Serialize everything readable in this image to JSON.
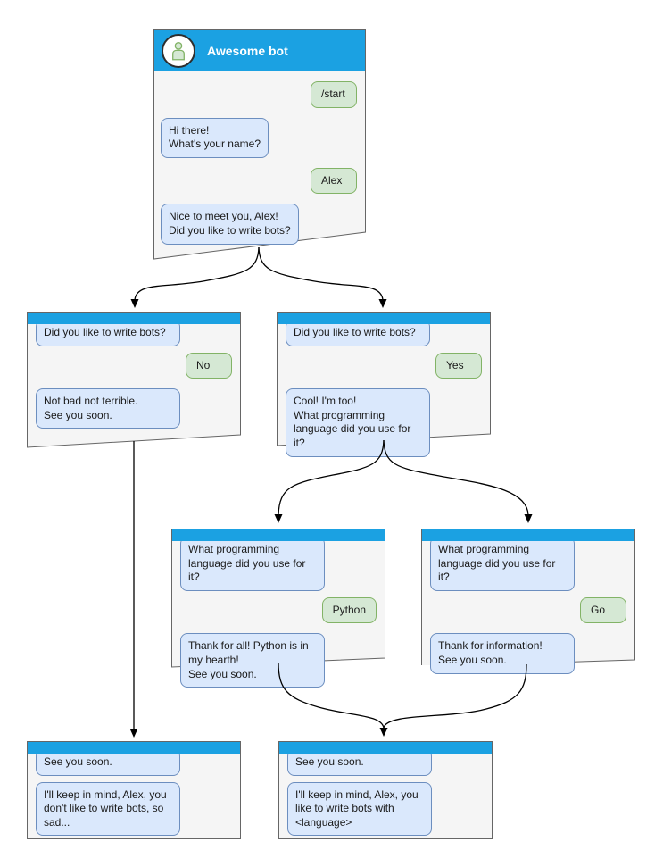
{
  "palette": {
    "header_blue": "#1ba1e2",
    "bot_bubble_bg": "#dae8fc",
    "bot_bubble_border": "#6c8ebf",
    "user_bubble_bg": "#d5e8d4",
    "user_bubble_border": "#82b366",
    "window_bg": "#f5f5f5",
    "window_border": "#666666",
    "edge_color": "#000000"
  },
  "root": {
    "title": "Awesome bot",
    "start_command": "/start",
    "ask_name": "Hi there!\nWhat's your name?",
    "user_name": "Alex",
    "ask_bots": "Nice to meet you, Alex!\nDid you like to write bots?"
  },
  "no_branch": {
    "question": "Did you like to write bots?",
    "answer": "No",
    "reply": "Not bad not terrible.\nSee you soon."
  },
  "yes_branch": {
    "question": "Did you like to write bots?",
    "answer": "Yes",
    "reply": "Cool! I'm too!\nWhat programming\nlanguage did you use for it?"
  },
  "python_branch": {
    "question": "What programming\nlanguage did you use for it?",
    "answer": "Python",
    "reply": "Thank for all! Python is in\nmy hearth!\nSee you soon."
  },
  "go_branch": {
    "question": "What programming\nlanguage did you use for it?",
    "answer": "Go",
    "reply": "Thank for information!\nSee you soon."
  },
  "end_no": {
    "question": "See you soon.",
    "reply": "I'll keep in mind, Alex, you\ndon't like to write bots, so\nsad..."
  },
  "end_yes": {
    "question": "See you soon.",
    "reply": "I'll keep in mind, Alex, you\nlike to write bots with\n<language>"
  }
}
